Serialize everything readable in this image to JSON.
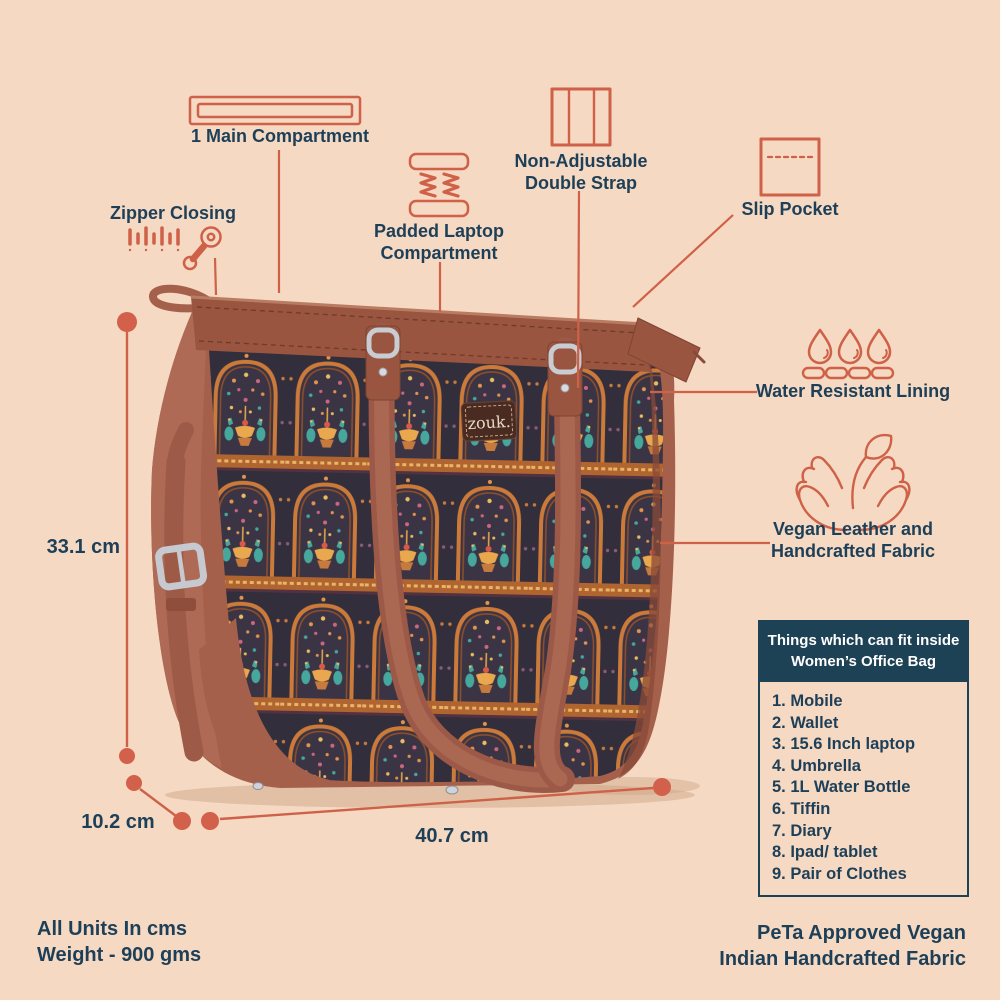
{
  "colors": {
    "background": "#f5d9c2",
    "accent_coral": "#cf6148",
    "dot_coral": "#d2604a",
    "text_navy": "#1e3f58",
    "box_navy": "#1d4155",
    "leather_brown": "#99553f",
    "fabric_dark": "#322e3b",
    "pattern_orange": "#cb7a3a",
    "pattern_teal": "#46a79d"
  },
  "bag": {
    "brand_label": "zouk."
  },
  "callouts": {
    "main_compartment": {
      "label": "1 Main Compartment"
    },
    "zipper_closing": {
      "label": "Zipper Closing"
    },
    "padded_laptop": {
      "line1": "Padded Laptop",
      "line2": "Compartment"
    },
    "double_strap": {
      "line1": "Non-Adjustable",
      "line2": "Double Strap"
    },
    "slip_pocket": {
      "label": "Slip Pocket"
    },
    "water_resistant": {
      "label": "Water Resistant Lining"
    },
    "vegan": {
      "line1": "Vegan Leather and",
      "line2": "Handcrafted Fabric"
    }
  },
  "measurements": {
    "height": "33.1 cm",
    "depth": "10.2 cm",
    "width": "40.7 cm"
  },
  "fit_box": {
    "title_line1": "Things which can fit inside",
    "title_line2": "Women’s Office Bag",
    "items": [
      "1. Mobile",
      "2. Wallet",
      "3. 15.6 Inch laptop",
      "4. Umbrella",
      "5. 1L Water Bottle",
      "6. Tiffin",
      "7. Diary",
      "8. Ipad/ tablet",
      "9. Pair of Clothes"
    ]
  },
  "footer": {
    "units_line": "All Units In cms",
    "weight_line": "Weight - 900 gms",
    "right_line1": "PeTa Approved Vegan",
    "right_line2": "Indian Handcrafted Fabric"
  },
  "icons": {
    "main_compartment": "flat-compartment-icon",
    "zipper_closing": "zipper-pull-icon",
    "padded_laptop": "padded-springs-icon",
    "double_strap": "double-strap-panel-icon",
    "slip_pocket": "dashed-pocket-icon",
    "water_resistant": "water-drops-icon",
    "vegan": "hands-holding-leaf-icon"
  }
}
